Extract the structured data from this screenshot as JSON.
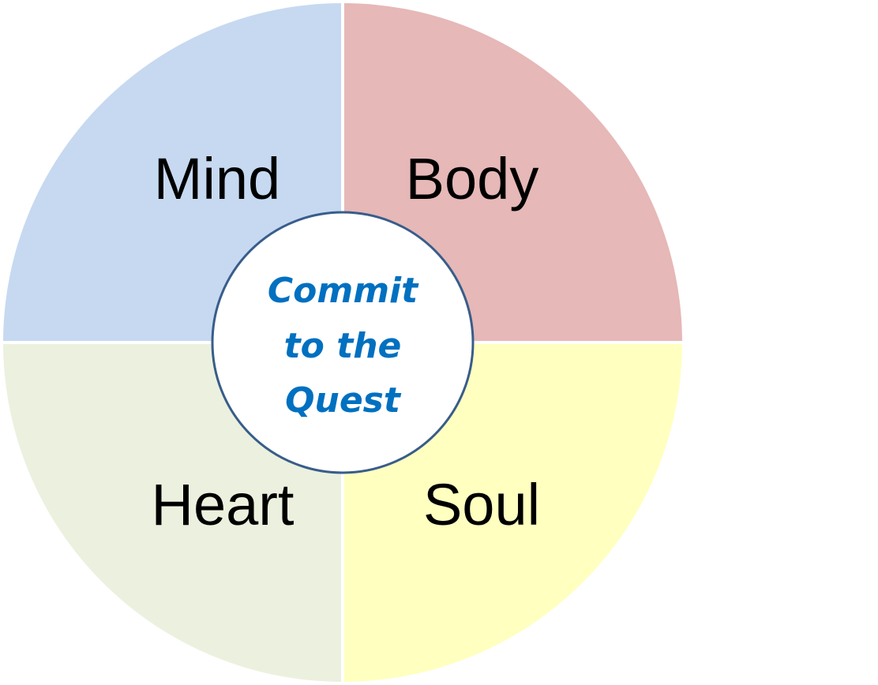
{
  "diagram": {
    "quadrants": {
      "top_left": {
        "label": "Mind",
        "color": "#c6d9f1"
      },
      "top_right": {
        "label": "Body",
        "color": "#e6b8b7"
      },
      "bottom_left": {
        "label": "Heart",
        "color": "#ebf1de"
      },
      "bottom_right": {
        "label": "Soul",
        "color": "#ffffc0"
      }
    },
    "center": {
      "lines": [
        "Commit",
        "to the",
        "Quest"
      ],
      "text_color": "#0070c0",
      "fill_color": "#ffffff",
      "border_color": "#385d8a"
    },
    "divider_color": "#ffffff"
  }
}
